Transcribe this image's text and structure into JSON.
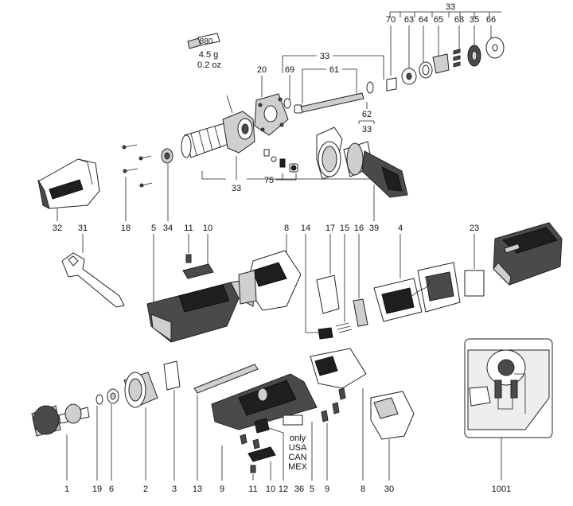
{
  "labels": {
    "p33a": "33",
    "p33b": "33",
    "p33c": "33",
    "p33d": "33",
    "p70": "70",
    "p63": "63",
    "p64": "64",
    "p65": "65",
    "p68": "68",
    "p35": "35",
    "p66": "66",
    "p69": "69",
    "p61": "61",
    "p62": "62",
    "p20": "20",
    "p75": "75",
    "grease_code": "880",
    "grease_g": "4.5 g",
    "grease_oz": "0.2 oz",
    "p32": "32",
    "p18": "18",
    "p34": "34",
    "p39": "39",
    "p31": "31",
    "p5a": "5",
    "p11a": "11",
    "p10a": "10",
    "p8a": "8",
    "p14": "14",
    "p17": "17",
    "p15": "15",
    "p16": "16",
    "p4": "4",
    "p23": "23",
    "p1": "1",
    "p19": "19",
    "p6": "6",
    "p2": "2",
    "p3": "3",
    "p13": "13",
    "p9a": "9",
    "p11b": "11",
    "p10b": "10",
    "p12": "12",
    "p36": "36",
    "p5b": "5",
    "p9b": "9",
    "p8b": "8",
    "p30": "30",
    "p1001": "1001"
  },
  "region_note": [
    "only",
    "USA",
    "CAN",
    "MEX"
  ]
}
